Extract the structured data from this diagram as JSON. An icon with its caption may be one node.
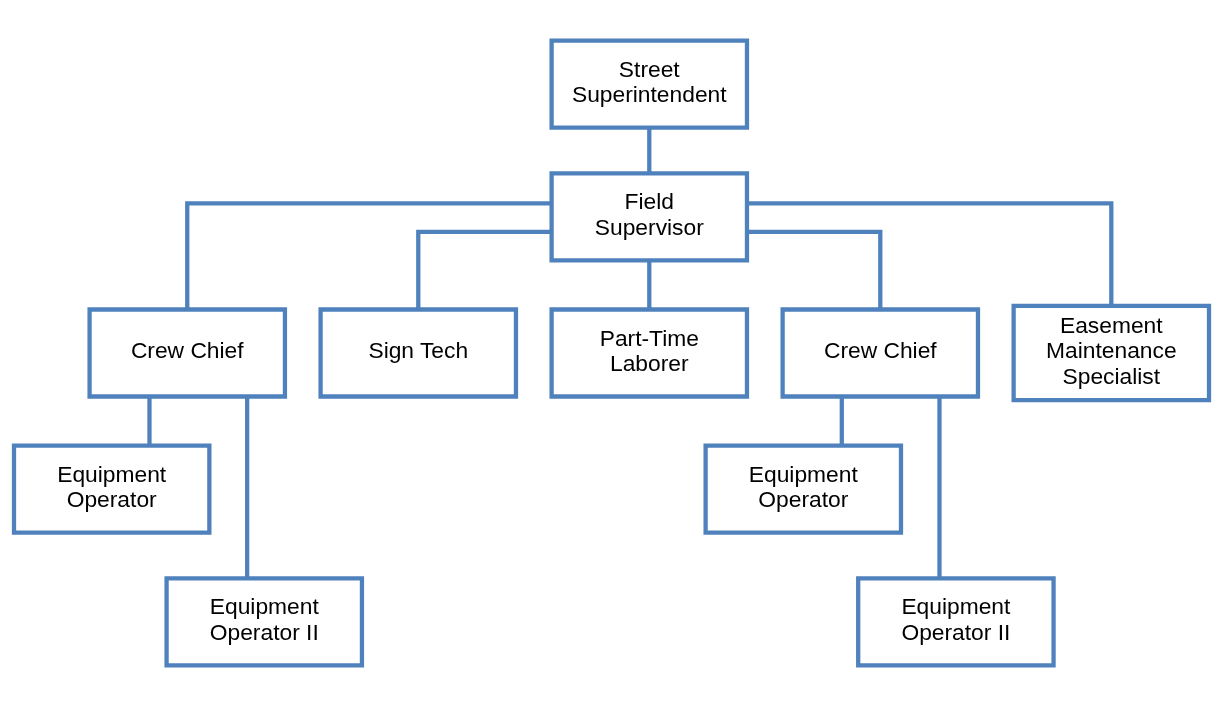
{
  "diagram": {
    "nodes": [
      {
        "text": [
          "Street Superintendent"
        ]
      },
      {
        "text": [
          "Field Supervisor"
        ]
      },
      {
        "text": [
          "Crew Chief"
        ]
      },
      {
        "text": [
          "Sign Tech"
        ]
      },
      {
        "text": [
          "Part-Time Laborer"
        ]
      },
      {
        "text": [
          "Crew Chief"
        ]
      },
      {
        "text": [
          "Easement Maintenance Specialist"
        ]
      },
      {
        "text": [
          "Equipment Operator"
        ]
      },
      {
        "text": [
          "Equipment Operator II"
        ]
      },
      {
        "text": [
          "Equipment Operator"
        ]
      },
      {
        "text": [
          "Equipment Operator II"
        ]
      }
    ],
    "edges": [
      {
        "from": 0,
        "to": 1,
        "arrow": "none"
      },
      {
        "from": 1,
        "to": 2,
        "arrow": "none"
      },
      {
        "from": 1,
        "to": 3,
        "arrow": "none"
      },
      {
        "from": 1,
        "to": 4,
        "arrow": "none"
      },
      {
        "from": 1,
        "to": 5,
        "arrow": "none"
      },
      {
        "from": 1,
        "to": 6,
        "arrow": "none"
      },
      {
        "from": 2,
        "to": 7,
        "arrow": "none"
      },
      {
        "from": 2,
        "to": 8,
        "arrow": "none"
      },
      {
        "from": 5,
        "to": 9,
        "arrow": "none"
      },
      {
        "from": 5,
        "to": 10,
        "arrow": "none"
      }
    ]
  }
}
